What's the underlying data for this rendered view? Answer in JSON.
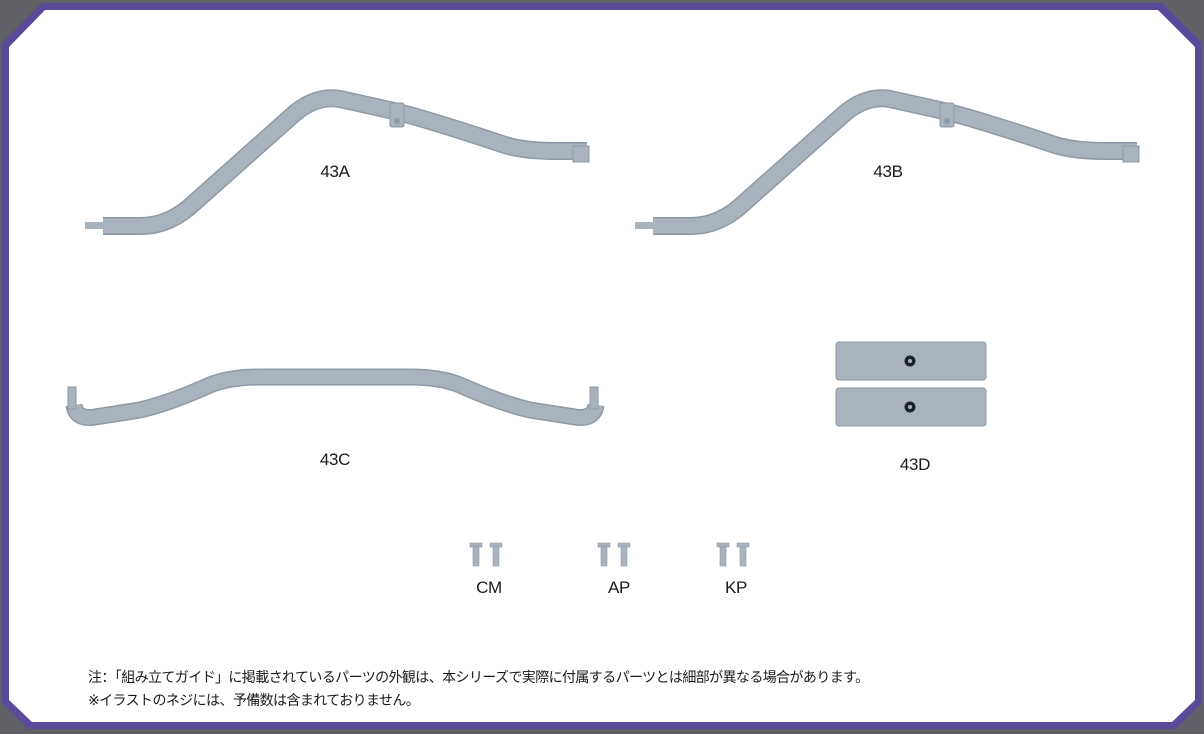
{
  "parts": {
    "p43a": "43A",
    "p43b": "43B",
    "p43c": "43C",
    "p43d": "43D"
  },
  "screws": {
    "cm": "CM",
    "ap": "AP",
    "kp": "KP"
  },
  "notes": {
    "line1": "注：「組み立てガイド」に掲載されているパーツの外観は、本シリーズで実際に付属するパーツとは細部が異なる場合があります。",
    "line2": "※イラストのネジには、予備数は含まれておりません。"
  },
  "colors": {
    "frame_border": "#5b4a9a",
    "panel": "#ffffff",
    "part_fill": "#a9b3bd",
    "part_stroke": "#8e99a4"
  }
}
